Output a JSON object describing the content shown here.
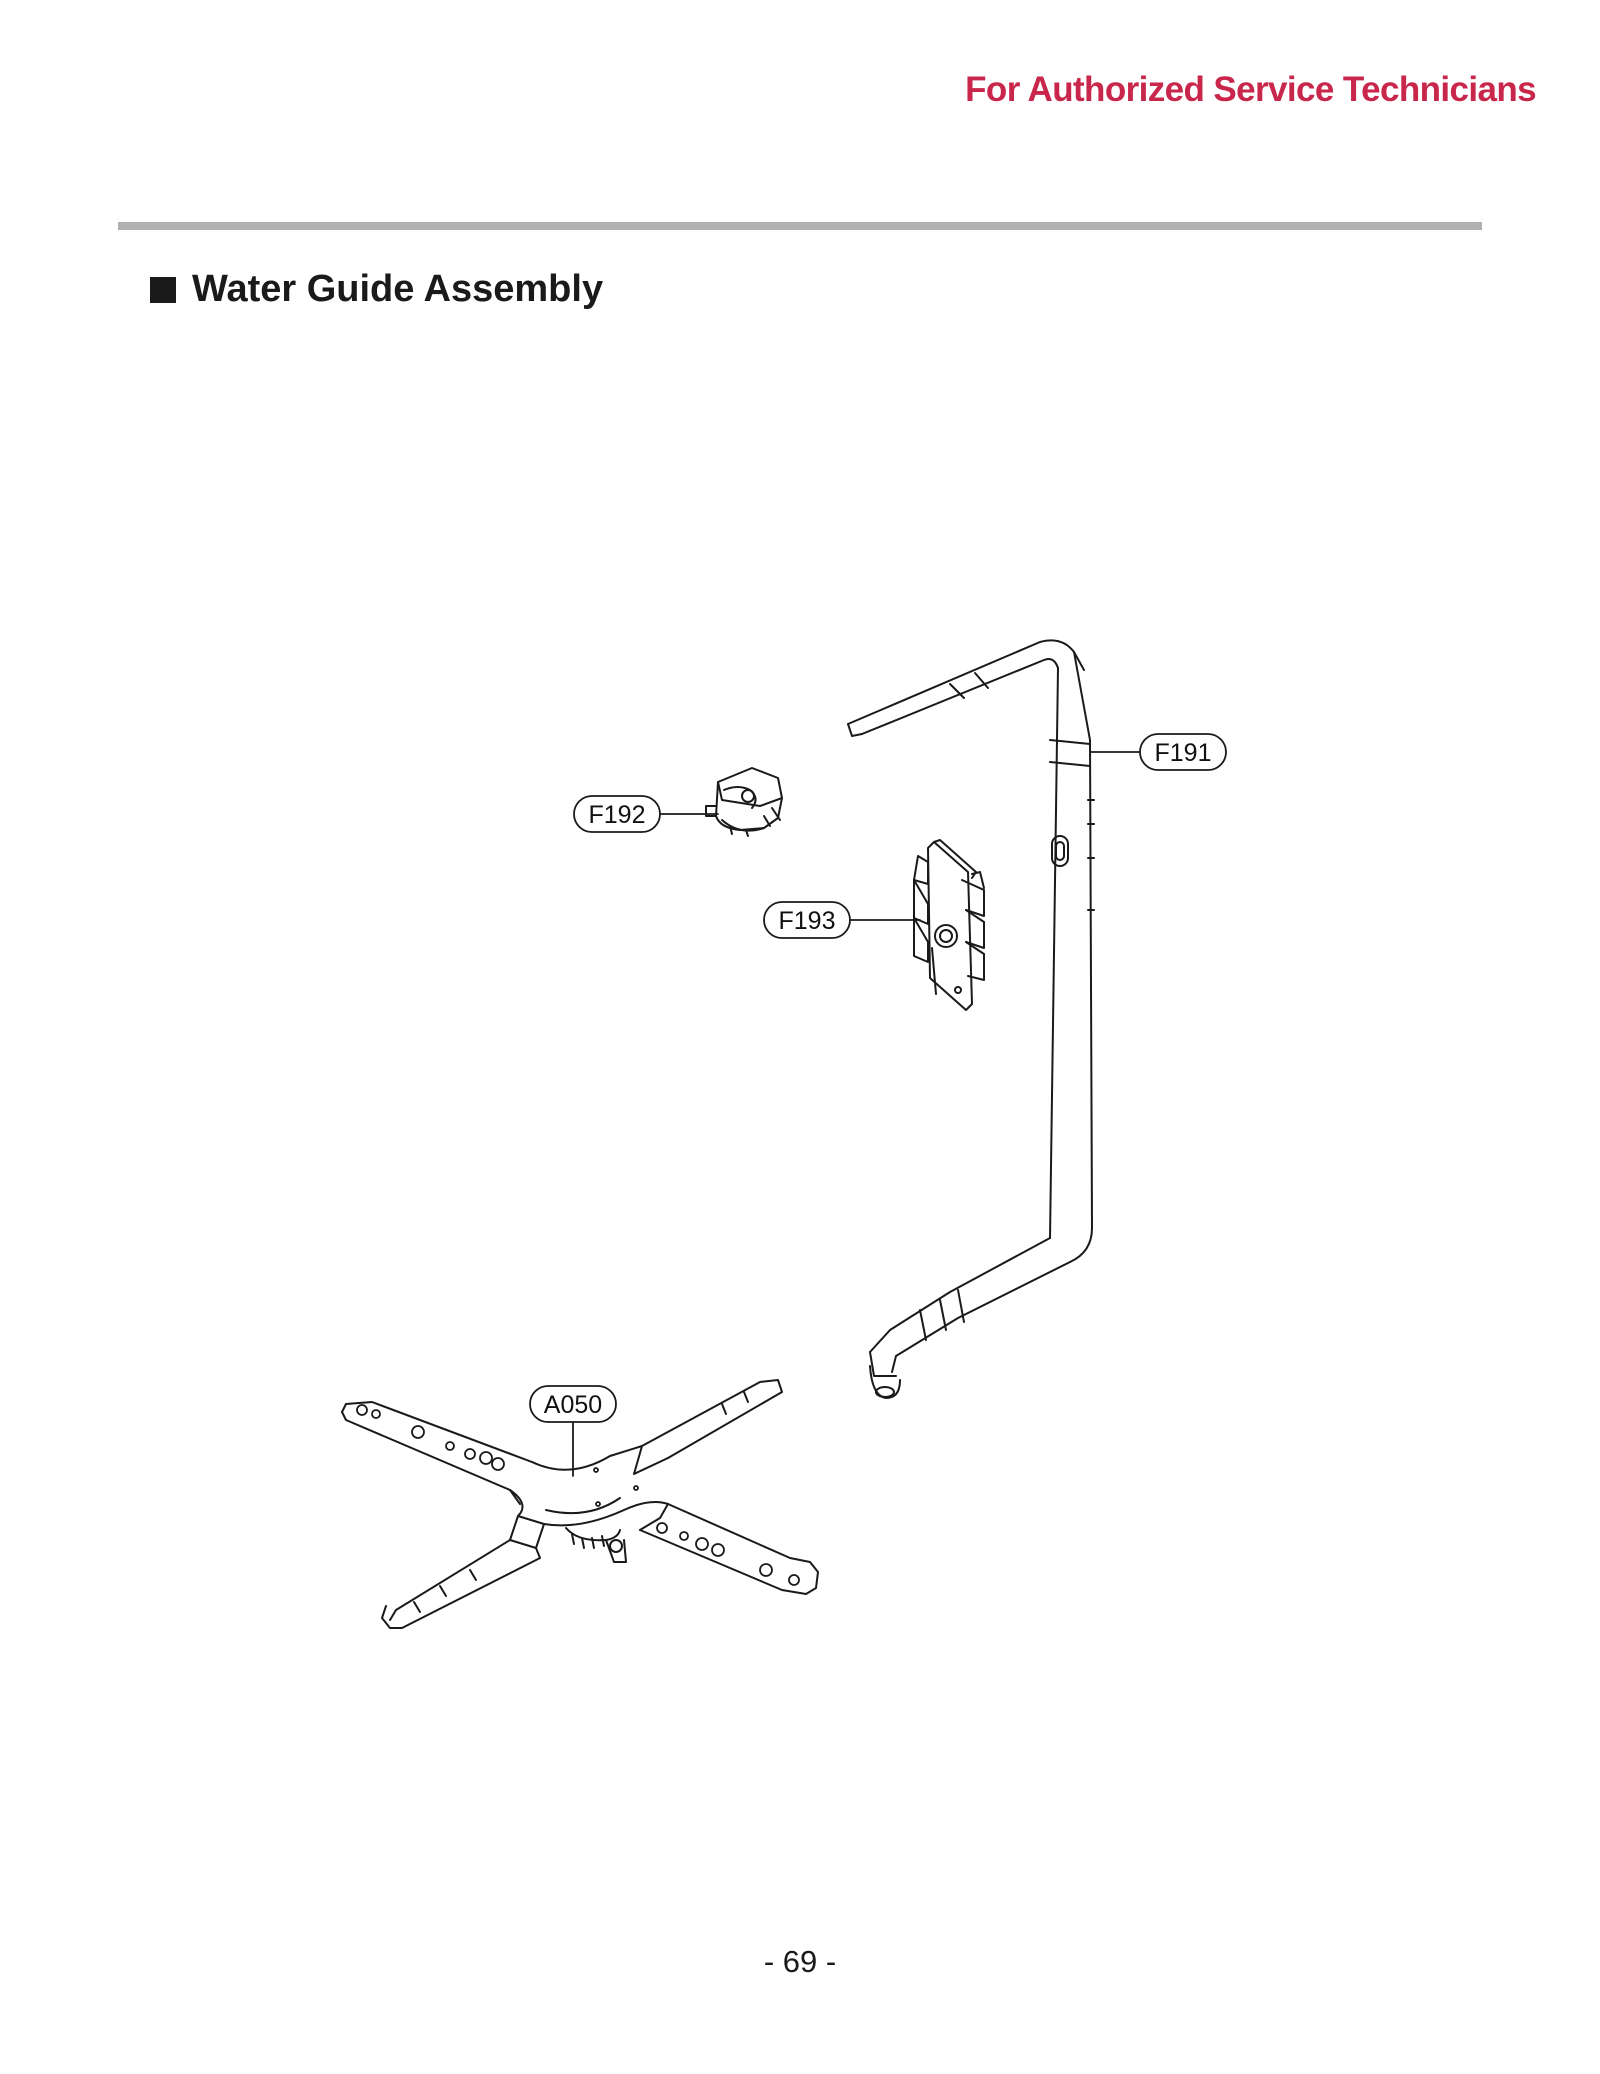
{
  "header": {
    "note": "For Authorized Service Technicians"
  },
  "section": {
    "title": "Water Guide Assembly"
  },
  "parts": [
    {
      "code": "F191"
    },
    {
      "code": "F192"
    },
    {
      "code": "F193"
    },
    {
      "code": "A050"
    }
  ],
  "footer": {
    "page_number": "- 69 -"
  },
  "colors": {
    "accent": "#c8264a",
    "rule": "#b0b0b0",
    "line": "#1a1a1a"
  }
}
